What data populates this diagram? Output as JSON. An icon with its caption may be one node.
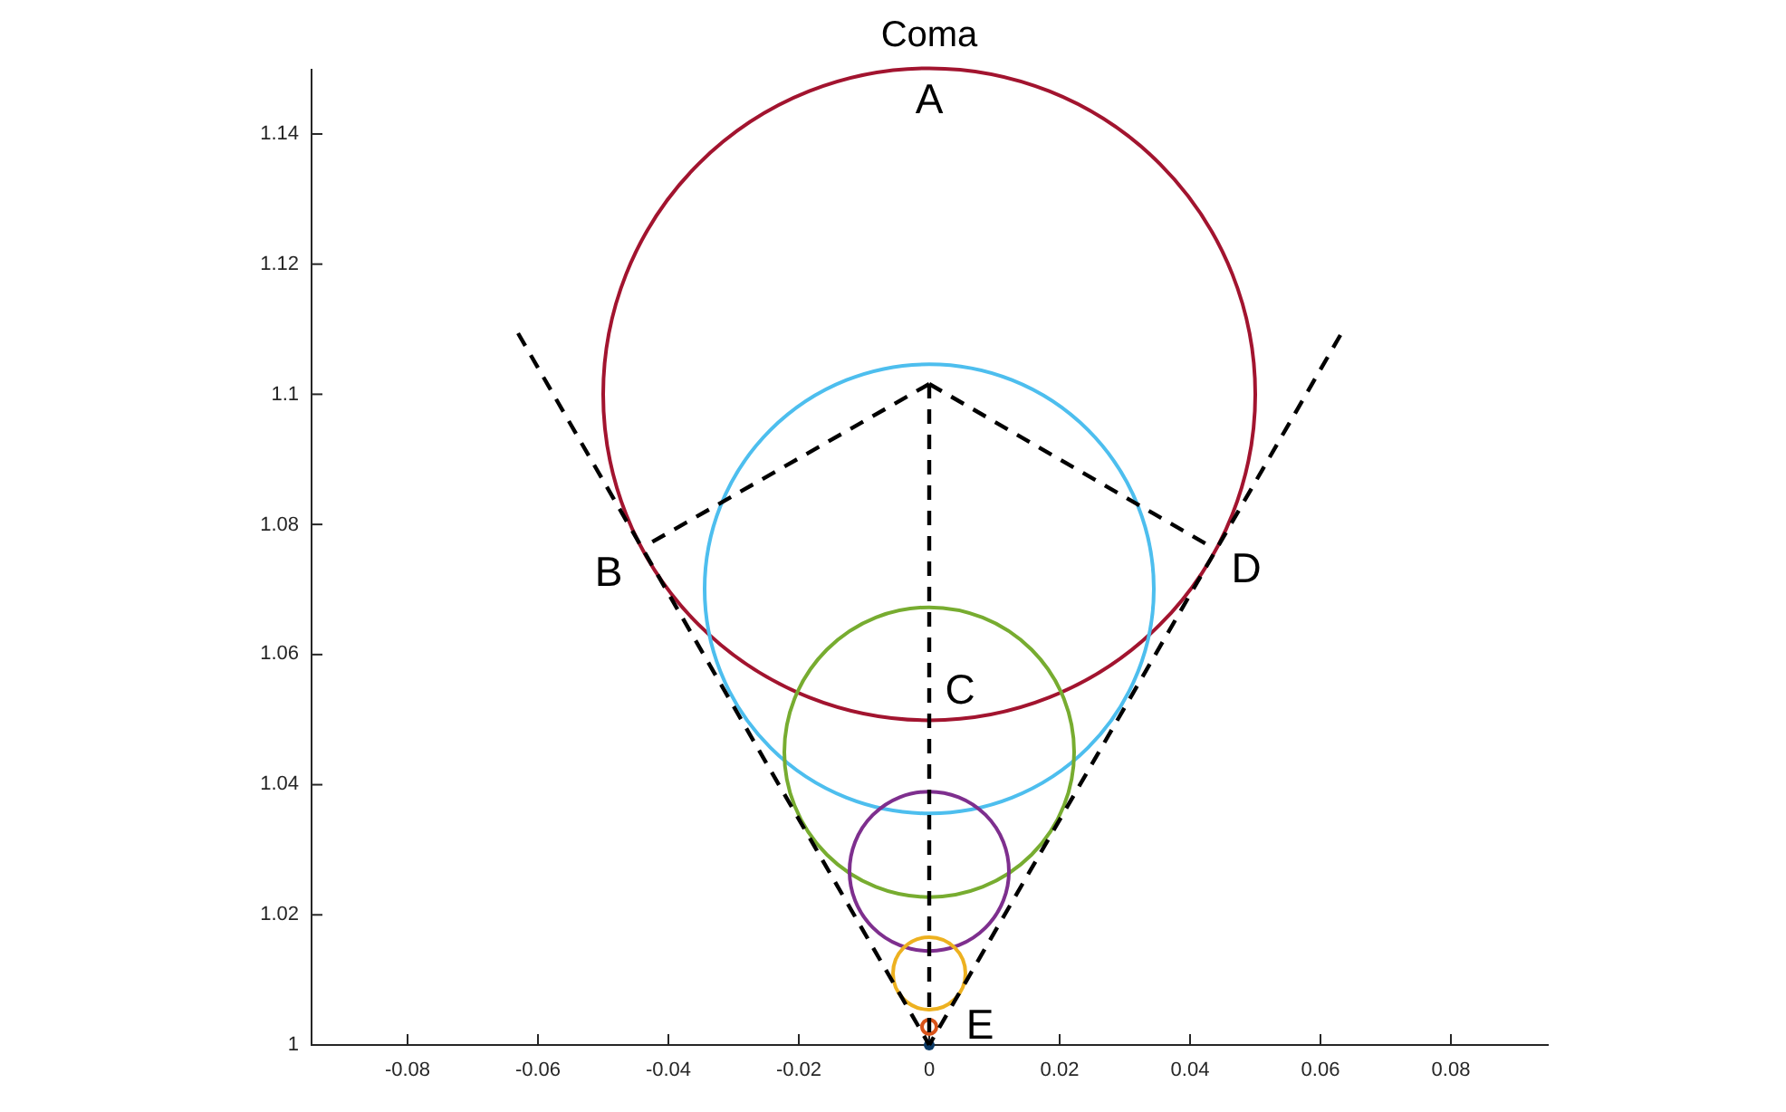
{
  "diagram": {
    "title": "Coma",
    "labels": [
      "A",
      "B",
      "D",
      "C",
      "E",
      "1.14",
      "1.12",
      "1.1",
      "1.08",
      "1.06",
      "1.04",
      "1.02",
      "1",
      "-0.08",
      "-0.06",
      "-0.04",
      "-0.02",
      "0",
      "0.02",
      "0.04",
      "0.06",
      "0.08"
    ]
  }
}
